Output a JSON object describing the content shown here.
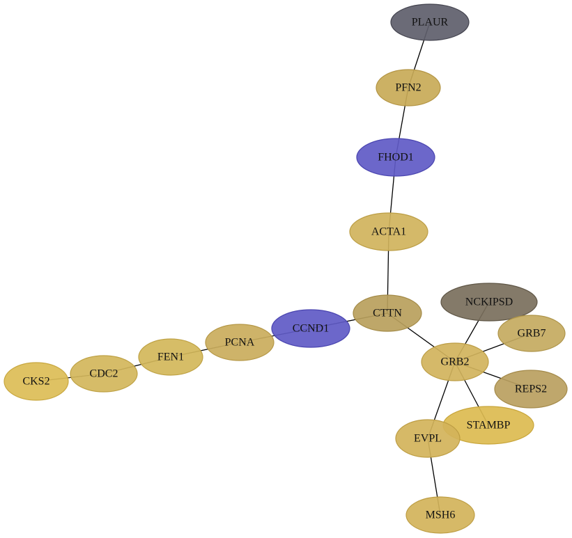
{
  "graph": {
    "nodes": [
      {
        "id": "PLAUR",
        "label": "PLAUR",
        "fill": "#5e5e6b",
        "stroke": "#44444f"
      },
      {
        "id": "PFN2",
        "label": "PFN2",
        "fill": "#c8aa57",
        "stroke": "#b39443"
      },
      {
        "id": "FHOD1",
        "label": "FHOD1",
        "fill": "#5f5ac6",
        "stroke": "#4a45b0"
      },
      {
        "id": "ACTA1",
        "label": "ACTA1",
        "fill": "#d0b35c",
        "stroke": "#bc9e45"
      },
      {
        "id": "CTTN",
        "label": "CTTN",
        "fill": "#b89f5c",
        "stroke": "#a38a47"
      },
      {
        "id": "CCND1",
        "label": "CCND1",
        "fill": "#5f5ac6",
        "stroke": "#4a45b0"
      },
      {
        "id": "PCNA",
        "label": "PCNA",
        "fill": "#caad5c",
        "stroke": "#b59746"
      },
      {
        "id": "FEN1",
        "label": "FEN1",
        "fill": "#d3b75a",
        "stroke": "#bea143"
      },
      {
        "id": "CDC2",
        "label": "CDC2",
        "fill": "#d3b65b",
        "stroke": "#bea144"
      },
      {
        "id": "CKS2",
        "label": "CKS2",
        "fill": "#dcbd56",
        "stroke": "#c8a73f"
      },
      {
        "id": "NCKIPSD",
        "label": "NCKIPSD",
        "fill": "#7a6f5c",
        "stroke": "#5f5646"
      },
      {
        "id": "GRB7",
        "label": "GRB7",
        "fill": "#c4aa5f",
        "stroke": "#ae9449"
      },
      {
        "id": "GRB2",
        "label": "GRB2",
        "fill": "#d1b35c",
        "stroke": "#bc9d45"
      },
      {
        "id": "REPS2",
        "label": "REPS2",
        "fill": "#baa060",
        "stroke": "#a48a4a"
      },
      {
        "id": "STAMBP",
        "label": "STAMBP",
        "fill": "#dcbb50",
        "stroke": "#c8a53a"
      },
      {
        "id": "EVPL",
        "label": "EVPL",
        "fill": "#d2b35a",
        "stroke": "#bd9d43"
      },
      {
        "id": "MSH6",
        "label": "MSH6",
        "fill": "#d2b35a",
        "stroke": "#bd9d43"
      }
    ],
    "edges": [
      [
        "PLAUR",
        "PFN2"
      ],
      [
        "PFN2",
        "FHOD1"
      ],
      [
        "FHOD1",
        "ACTA1"
      ],
      [
        "ACTA1",
        "CTTN"
      ],
      [
        "CTTN",
        "CCND1"
      ],
      [
        "CTTN",
        "GRB2"
      ],
      [
        "CCND1",
        "PCNA"
      ],
      [
        "PCNA",
        "FEN1"
      ],
      [
        "FEN1",
        "CDC2"
      ],
      [
        "CDC2",
        "CKS2"
      ],
      [
        "GRB2",
        "NCKIPSD"
      ],
      [
        "GRB2",
        "GRB7"
      ],
      [
        "GRB2",
        "REPS2"
      ],
      [
        "GRB2",
        "STAMBP"
      ],
      [
        "GRB2",
        "EVPL"
      ],
      [
        "EVPL",
        "MSH6"
      ]
    ]
  }
}
